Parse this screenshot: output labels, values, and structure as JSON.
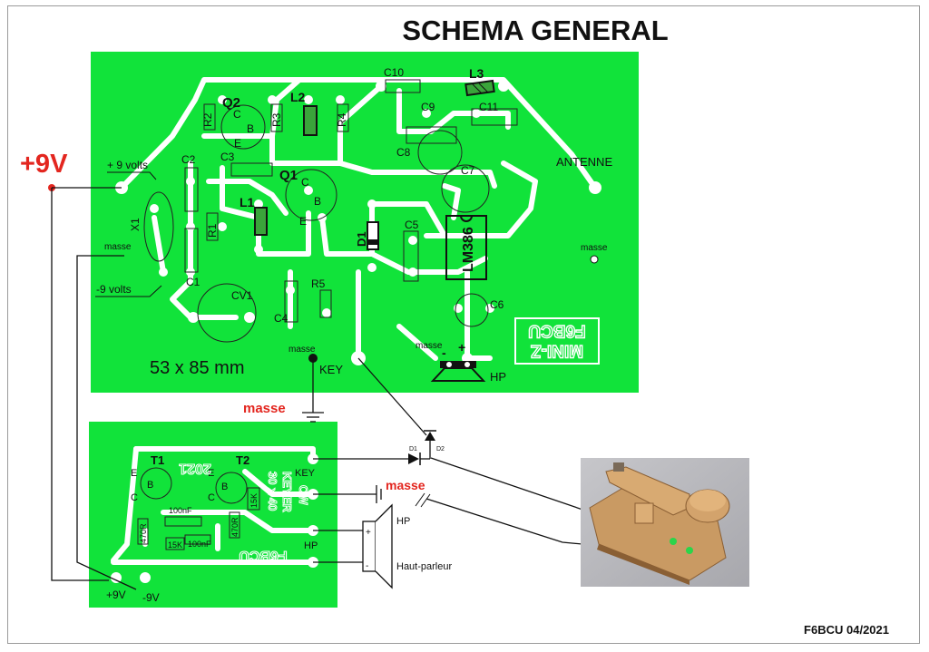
{
  "title": "SCHEMA GENERAL",
  "footer": "F6BCU  04/2021",
  "colors": {
    "board": "#11e33a",
    "text_red": "#e3261f",
    "wire": "#111111"
  },
  "power": {
    "plus9v": "+9V",
    "plus9volts": "+ 9 volts",
    "minus9volts": "-9 volts"
  },
  "board1": {
    "dimensions": "53 x 85 mm",
    "label_plate": [
      "MINI-Z",
      "F6BCU"
    ],
    "antenna": "ANTENNE",
    "masse": "masse",
    "key": "KEY",
    "hp": "HP",
    "plus": "+",
    "minus": "-",
    "chip": "LM386",
    "components": [
      "Q2",
      "Q1",
      "R2",
      "R3",
      "R4",
      "R1",
      "R5",
      "L2",
      "L1",
      "L3",
      "C10",
      "C9",
      "C11",
      "C8",
      "C7",
      "C5",
      "C6",
      "C4",
      "C3",
      "C2",
      "C1",
      "CV1",
      "D1",
      "X1",
      "C",
      "B",
      "E"
    ]
  },
  "board2": {
    "label_plate": [
      "2021",
      "CW",
      "KEYER",
      "30 x 40",
      "F6BCU"
    ],
    "transistors": [
      "T1",
      "T2"
    ],
    "pins": [
      "E",
      "B",
      "C"
    ],
    "parts": [
      "100nF",
      "100nF",
      "15K",
      "15K",
      "470R",
      "470R"
    ],
    "key": "KEY",
    "hp": "HP",
    "plus9v": "+9V",
    "minus9v": "-9V"
  },
  "external": {
    "masse_red": "masse",
    "d1": "D1",
    "d2": "D2",
    "hp": "HP",
    "haut_parleur": "Haut-parleur"
  }
}
